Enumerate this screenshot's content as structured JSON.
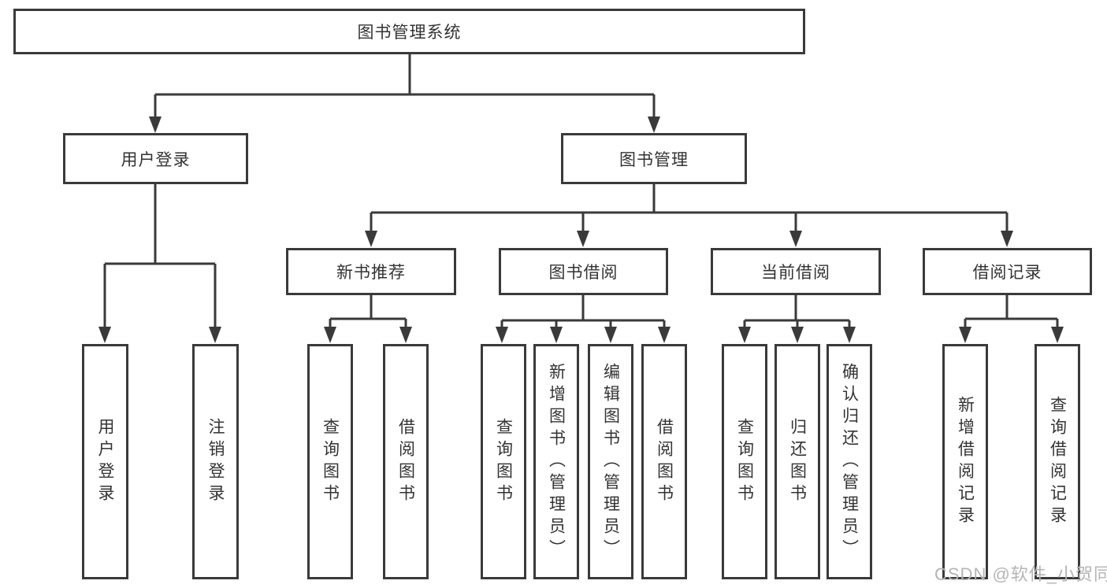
{
  "diagram": {
    "root": {
      "label": "图书管理系统"
    },
    "level1": [
      {
        "label": "用户登录"
      },
      {
        "label": "图书管理"
      }
    ],
    "level2": [
      {
        "label": "新书推荐"
      },
      {
        "label": "图书借阅"
      },
      {
        "label": "当前借阅"
      },
      {
        "label": "借阅记录"
      }
    ],
    "leaves": [
      {
        "label": "用户登录"
      },
      {
        "label": "注销登录"
      },
      {
        "label": "查询图书"
      },
      {
        "label": "借阅图书"
      },
      {
        "label": "查询图书"
      },
      {
        "label": "新增图书（管理员）"
      },
      {
        "label": "编辑图书（管理员）"
      },
      {
        "label": "借阅图书"
      },
      {
        "label": "查询图书"
      },
      {
        "label": "归还图书"
      },
      {
        "label": "确认归还（管理员）"
      },
      {
        "label": "新增借阅记录"
      },
      {
        "label": "查询借阅记录"
      }
    ],
    "watermark": "CSDN @软件_小贺同学",
    "colors": {
      "line": "#3a3a3a",
      "box_border": "#3a3a3a",
      "text": "#333333",
      "watermark": "#b5b5b5",
      "background": "#ffffff"
    }
  }
}
